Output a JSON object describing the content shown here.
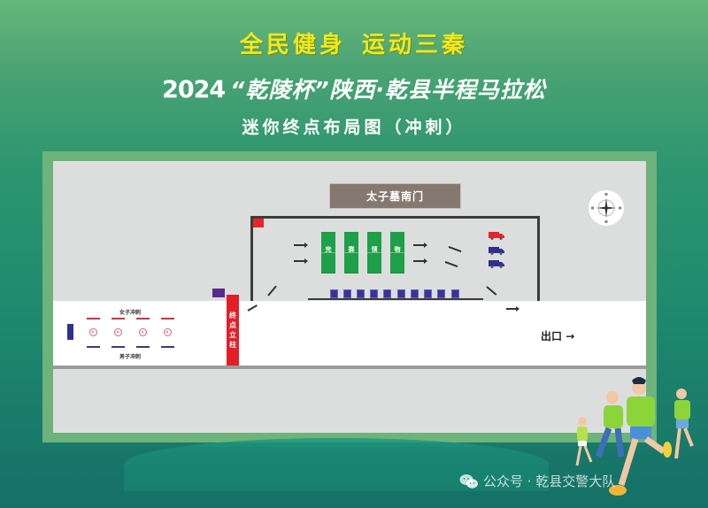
{
  "header": {
    "slogan": [
      "全民健身",
      "运动三秦"
    ],
    "event_year": "2024",
    "event_title": "“乾陵杯”陕西·乾县半程马拉松",
    "subtitle": "迷你终点布局图（冲刺）"
  },
  "map": {
    "gate_label": "太子墓南门",
    "finish_pillar_chars": [
      "终",
      "点",
      "立",
      "柱"
    ],
    "finisher_tents": [
      "完",
      "赛",
      "领",
      "物"
    ],
    "booth_count": 10,
    "vans": [
      {
        "color": "#e8232b"
      },
      {
        "color": "#2e3192"
      },
      {
        "color": "#2e3192"
      }
    ],
    "sprint_lanes": {
      "women_label": "女子冲刺",
      "men_label": "男子冲刺",
      "markers": 4
    },
    "exit_label": "出口",
    "compass_icon": "compass-rose-icon"
  },
  "colors": {
    "background_green": "#2e9670",
    "frame_green": "#6db37c",
    "ground_gray": "#dcdedd",
    "road_white": "#ffffff",
    "tent_green": "#1ea048",
    "finish_red": "#e31e27",
    "booth_blue": "#3a3491",
    "gate_brown": "#857870",
    "slogan_yellow": "#f0e81e"
  },
  "watermark": {
    "icon": "wechat-icon",
    "text": "公众号 · 乾县交警大队"
  }
}
